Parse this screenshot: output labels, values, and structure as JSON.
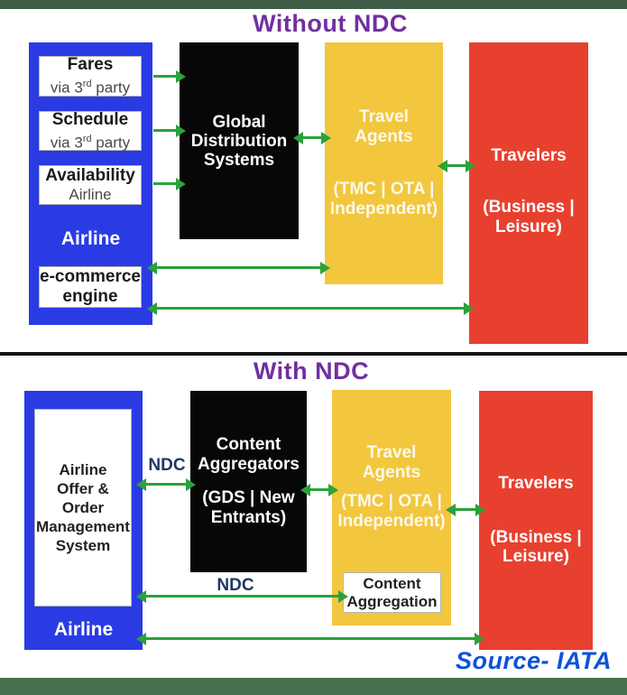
{
  "titles": {
    "without": "Without NDC",
    "with": "With NDC"
  },
  "source_label": "Source- IATA",
  "ndc_label": "NDC",
  "colors": {
    "blue": "#2a3be4",
    "box_black": "#070707",
    "yellow": "#f2c73e",
    "red": "#e8402f",
    "arrow_green": "#2ba13d",
    "title_purple": "#7030a0",
    "ndc_navy": "#1f3864",
    "source_blue": "#0f52d9",
    "bar_top": "#3f5d47",
    "bar_bottom": "#47704f",
    "divider": "#141414",
    "text_dark": "#1b1b1b",
    "text_gray": "#4a4a4a",
    "wbox_border": "#b5b5b5",
    "yellow_text": "#fdf8ea"
  },
  "without_ndc": {
    "airline_box": {
      "label": "Airline",
      "fares": {
        "title": "Fares",
        "sub_pre": "via 3",
        "sub_sup": "rd",
        "sub_post": " party"
      },
      "schedule": {
        "title": "Schedule",
        "sub_pre": "via 3",
        "sub_sup": "rd",
        "sub_post": " party"
      },
      "availability": {
        "title": "Availability",
        "sub": "Airline"
      },
      "ecommerce": {
        "line1": "e-commerce",
        "line2": "engine"
      }
    },
    "gds_box": {
      "line1": "Global",
      "line2": "Distribution",
      "line3": "Systems"
    },
    "travel_agents_box": {
      "title1": "Travel",
      "title2": "Agents",
      "sub1": "(TMC | OTA |",
      "sub2": "Independent)"
    },
    "travelers_box": {
      "title": "Travelers",
      "sub1": "(Business |",
      "sub2": "Leisure)"
    }
  },
  "with_ndc": {
    "airline_box": {
      "label": "Airline",
      "inner_lines": [
        "Airline",
        "Offer &",
        "Order",
        "Management",
        "System"
      ]
    },
    "aggregators_box": {
      "title1": "Content",
      "title2": "Aggregators",
      "sub1": "(GDS | New",
      "sub2": "Entrants)"
    },
    "travel_agents_box": {
      "title1": "Travel",
      "title2": "Agents",
      "sub1": "(TMC | OTA |",
      "sub2": "Independent)",
      "content_aggregation": {
        "line1": "Content",
        "line2": "Aggregation"
      }
    },
    "travelers_box": {
      "title": "Travelers",
      "sub1": "(Business |",
      "sub2": "Leisure)"
    }
  }
}
